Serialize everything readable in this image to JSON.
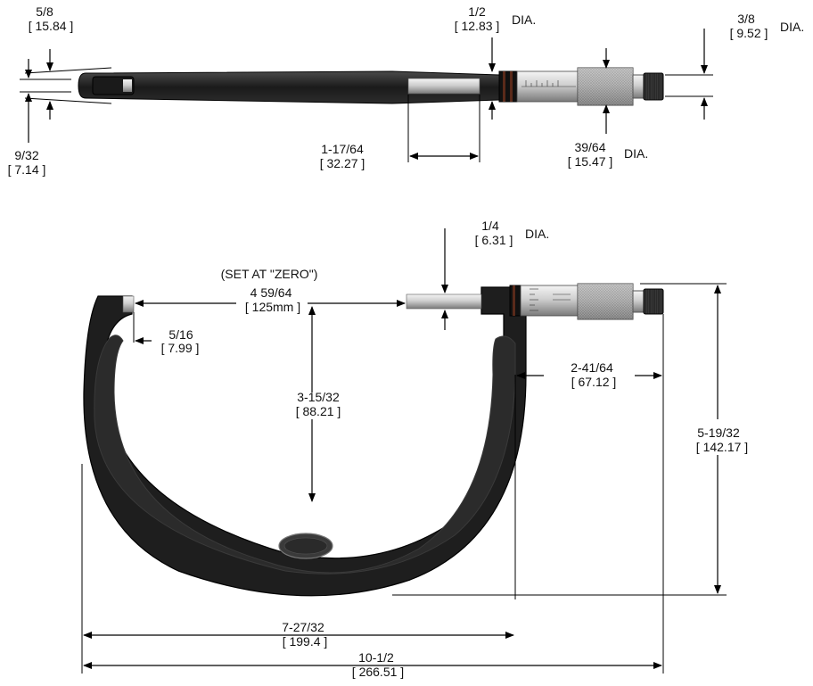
{
  "colors": {
    "frame": "#1e1e1e",
    "frame_edge": "#3a3a3a",
    "steel_light": "#e4e4e4",
    "steel_mid": "#9a9a9a",
    "steel_dark": "#555555"
  },
  "top_view": {
    "d_5_8": {
      "fraction": "5/8",
      "metric": "[ 15.84 ]"
    },
    "d_9_32": {
      "fraction": "9/32",
      "metric": "[ 7.14 ]"
    },
    "d_1_2": {
      "fraction": "1/2",
      "metric": "[ 12.83 ]",
      "suffix": "DIA."
    },
    "d_3_8": {
      "fraction": "3/8",
      "metric": "[ 9.52 ]",
      "suffix": "DIA."
    },
    "d_1_17_64": {
      "fraction": "1-17/64",
      "metric": "[ 32.27 ]"
    },
    "d_39_64": {
      "fraction": "39/64",
      "metric": "[ 15.47 ]",
      "suffix": "DIA."
    }
  },
  "front_view": {
    "d_1_4": {
      "fraction": "1/4",
      "metric": "[ 6.31 ]",
      "suffix": "DIA."
    },
    "set_at_zero": "(SET AT \"ZERO\")",
    "d_4_59_64": {
      "fraction": "4 59/64",
      "metric": "[ 125mm ]"
    },
    "d_5_16": {
      "fraction": "5/16",
      "metric": "[ 7.99 ]"
    },
    "d_2_41_64": {
      "fraction": "2-41/64",
      "metric": "[ 67.12 ]"
    },
    "d_3_15_32": {
      "fraction": "3-15/32",
      "metric": "[ 88.21 ]"
    },
    "d_5_19_32": {
      "fraction": "5-19/32",
      "metric": "[ 142.17 ]"
    },
    "d_7_27_32": {
      "fraction": "7-27/32",
      "metric": "[ 199.4 ]"
    },
    "d_10_1_2": {
      "fraction": "10-1/2",
      "metric": "[ 266.51 ]"
    }
  }
}
